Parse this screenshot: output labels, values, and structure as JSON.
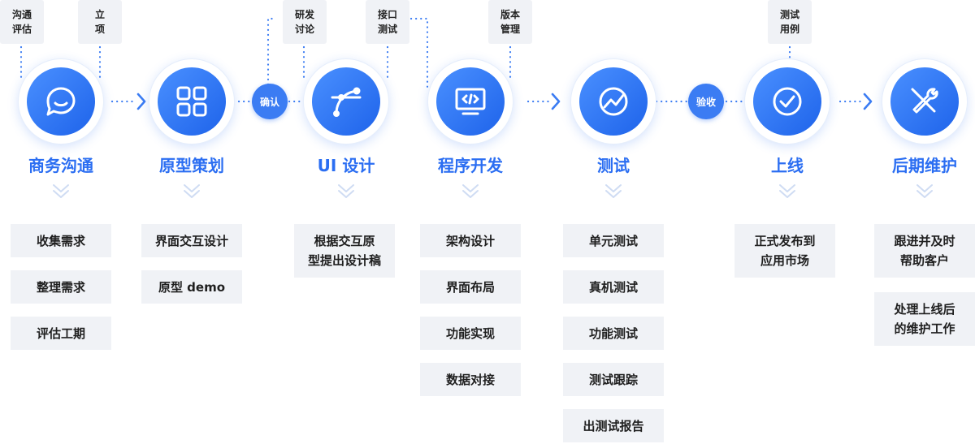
{
  "tags": [
    {
      "text": "沟通\n评估"
    },
    {
      "text": "立\n项"
    },
    {
      "text": "研发\n讨论"
    },
    {
      "text": "接口\n测试"
    },
    {
      "text": "版本\n管理"
    },
    {
      "text": "测试\n用例"
    }
  ],
  "connectors": [
    {
      "label": "确认"
    },
    {
      "label": "验收"
    }
  ],
  "stages": [
    {
      "title": "商务沟通",
      "icon": "chat-bubble-icon",
      "items": [
        "收集需求",
        "整理需求",
        "评估工期"
      ]
    },
    {
      "title": "原型策划",
      "icon": "app-grid-icon",
      "items": [
        "界面交互设计",
        "原型 demo"
      ]
    },
    {
      "title": "UI 设计",
      "icon": "bezier-pen-icon",
      "items": [
        "根据交互原\n型提出设计稿"
      ]
    },
    {
      "title": "程序开发",
      "icon": "code-monitor-icon",
      "items": [
        "架构设计",
        "界面布局",
        "功能实现",
        "数据对接"
      ]
    },
    {
      "title": "测试",
      "icon": "trend-circle-icon",
      "items": [
        "单元测试",
        "真机测试",
        "功能测试",
        "测试跟踪",
        "出测试报告"
      ]
    },
    {
      "title": "上线",
      "icon": "check-circle-icon",
      "items": [
        "正式发布到\n应用市场"
      ]
    },
    {
      "title": "后期维护",
      "icon": "tools-icon",
      "items": [
        "跟进并及时\n帮助客户",
        "处理上线后\n的维护工作"
      ]
    }
  ],
  "colors": {
    "primary": "#2b6ef2",
    "icon_gradient_start": "#4a90ff",
    "icon_gradient_end": "#1e63ea",
    "box_background": "#f0f2f6",
    "chevron": "#cfdcf3"
  }
}
